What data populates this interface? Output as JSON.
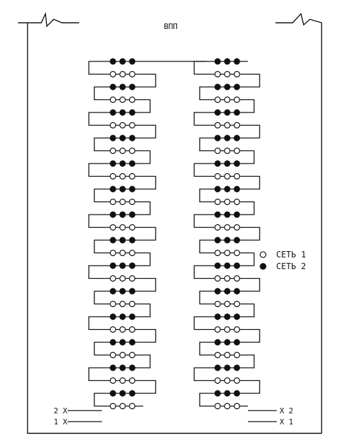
{
  "diagram": {
    "frame_label": "ВПП",
    "legend": [
      {
        "marker": "open",
        "label": "СЕТЬ 1"
      },
      {
        "marker": "filled",
        "label": "СЕТЬ 2"
      }
    ],
    "left_terminals": [
      {
        "label": "2 X"
      },
      {
        "label": "1 X"
      }
    ],
    "right_terminals": [
      {
        "label": "X 2"
      },
      {
        "label": "X 1"
      }
    ],
    "columns": 2,
    "rows_per_column": 28,
    "dots_per_row": 3,
    "row_pattern": [
      "filled",
      "open",
      "filled",
      "open",
      "filled",
      "open",
      "filled",
      "open",
      "filled",
      "open",
      "filled",
      "open",
      "filled",
      "open",
      "filled",
      "open",
      "filled",
      "open",
      "filled",
      "open",
      "filled",
      "open",
      "filled",
      "open",
      "filled",
      "open",
      "filled",
      "open"
    ],
    "colors": {
      "ink": "#111111",
      "background": "#ffffff"
    }
  }
}
